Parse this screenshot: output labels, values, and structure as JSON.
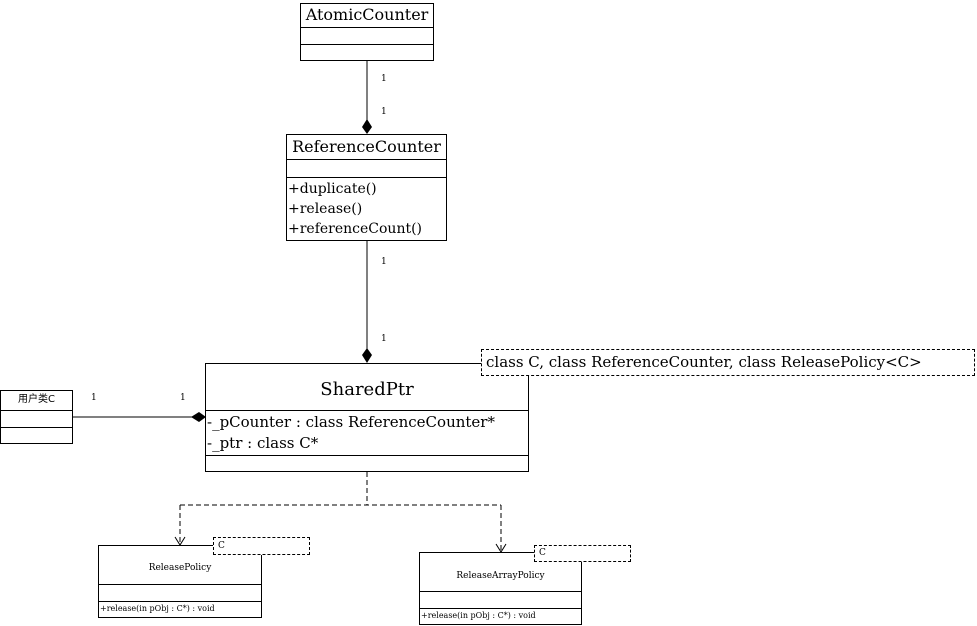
{
  "atomic_counter": {
    "name": "AtomicCounter"
  },
  "reference_counter": {
    "name": "ReferenceCounter",
    "operations": [
      "+duplicate()",
      "+release()",
      "+referenceCount()"
    ]
  },
  "shared_ptr": {
    "name": "SharedPtr",
    "attributes": [
      "-_pCounter : class ReferenceCounter*",
      "-_ptr : class C*"
    ],
    "template_params": "class C, class ReferenceCounter, class ReleasePolicy<C>"
  },
  "user_class": {
    "name": "用户类C"
  },
  "release_policy": {
    "name": "ReleasePolicy",
    "template_param": "C",
    "operations": [
      "+release(in pObj : C*) : void"
    ]
  },
  "release_array_policy": {
    "name": "ReleaseArrayPolicy",
    "template_param": "C",
    "operations": [
      "+release(in pObj : C*) : void"
    ]
  },
  "multiplicities": {
    "atomic_top": "1",
    "atomic_bottom": "1",
    "refcounter_top": "1",
    "refcounter_bottom": "1",
    "user_left": "1",
    "user_right": "1"
  }
}
